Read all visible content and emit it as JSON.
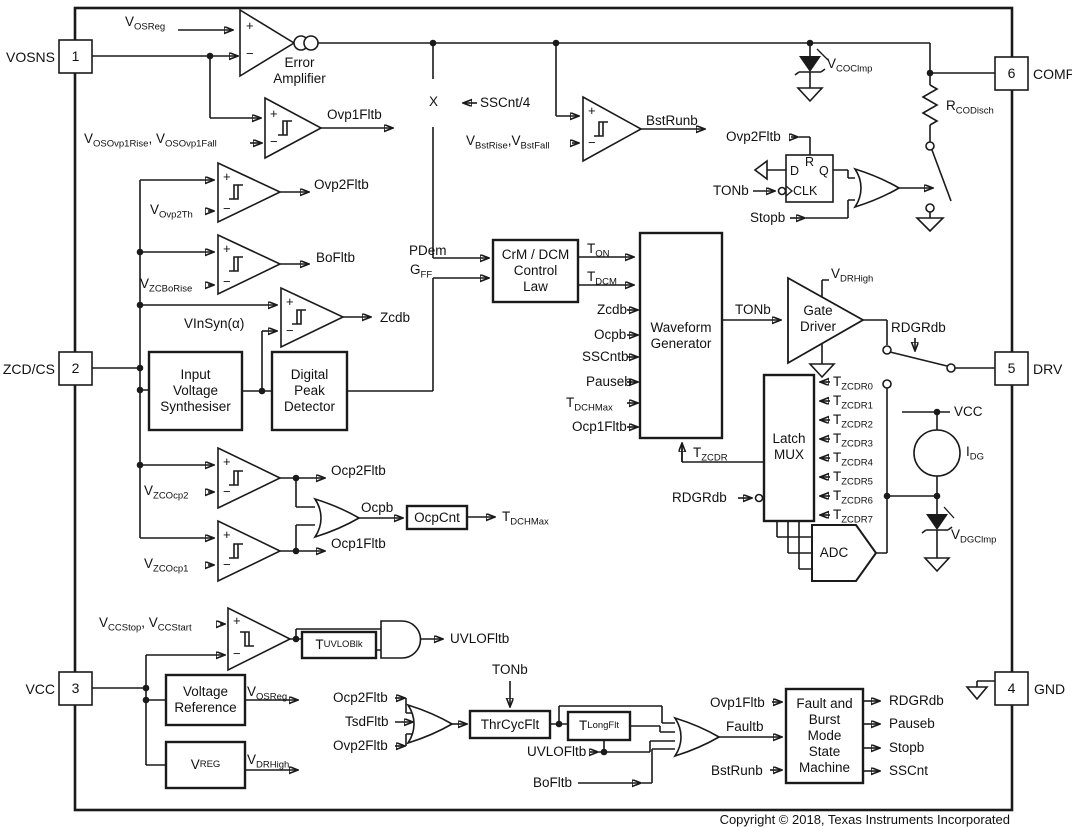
{
  "symbols": {
    "plus": "+",
    "minus": "−",
    "mult": "X"
  },
  "pins": {
    "vosns": {
      "num": "1",
      "name": "VOSNS"
    },
    "zcdcs": {
      "num": "2",
      "name": "ZCD/CS"
    },
    "vcc": {
      "num": "3",
      "name": "VCC"
    },
    "gnd": {
      "num": "4",
      "name": "GND"
    },
    "drv": {
      "num": "5",
      "name": "DRV"
    },
    "comp": {
      "num": "6",
      "name": "COMP"
    }
  },
  "blocks": {
    "error_amp": "Error\nAmplifier",
    "crm_dcm": "CrM / DCM\nControl\nLaw",
    "waveform_gen": "Waveform\nGenerator",
    "gate_driver": "Gate\nDriver",
    "latch_mux": "Latch\nMUX",
    "adc": "ADC",
    "ivs": "Input\nVoltage\nSynthesiser",
    "dpd": "Digital\nPeak\nDetector",
    "ocpcnt": "OcpCnt",
    "thrcycflt": "ThrCycFlt",
    "tlongflt": "T_{LongFlt}",
    "tuvloblk": "T_{UVLOBlk}",
    "vref": "Voltage\nReference",
    "vreg": "V_{REG}",
    "state_machine": "Fault and\nBurst\nMode\nState\nMachine",
    "dff": {
      "d": "D",
      "r": "R",
      "q": "Q",
      "clk": "CLK"
    }
  },
  "signals": {
    "v_osreg": "V_{OSReg}",
    "v_osovp1": "V_{OSOvp1Rise}, V_{OSOvp1Fall}",
    "ovp1fltb": "Ovp1Fltb",
    "sscnt4": "SSCnt/4",
    "v_bst": "V_{BstRise},V_{BstFall}",
    "bstrunb": "BstRunb",
    "v_coclmp": "V_{COClmp}",
    "r_codisch": "R_{CODisch}",
    "ovp2fltb_ff": "Ovp2Fltb",
    "tonb_ff": "TONb",
    "stopb_ff": "Stopb",
    "v_ovp2th": "V_{Ovp2Th}",
    "ovp2fltb": "Ovp2Fltb",
    "v_zcborise": "V_{ZCBoRise}",
    "bofltb": "BoFltb",
    "vinsyn": "VInSyn(α)",
    "zcdb": "Zcdb",
    "pdem": "PDem",
    "gff": "G_{FF}",
    "ton": "T_{ON}",
    "tdcm": "T_{DCM}",
    "wg_zcdb": "Zcdb",
    "wg_ocpb": "Ocpb",
    "wg_sscntb": "SSCntb",
    "wg_pauseb": "Pauseb",
    "wg_tdchmax": "T_{DCHMax}",
    "wg_ocp1fltb": "Ocp1Fltb",
    "t_zcdr": "T_{ZCDR}",
    "tonb_wg": "TONb",
    "v_drhigh_gd": "V_{DRHigh}",
    "rdgrdb_sw": "RDGRdb",
    "tzcdr": [
      "T_{ZCDR0}",
      "T_{ZCDR1}",
      "T_{ZCDR2}",
      "T_{ZCDR3}",
      "T_{ZCDR4}",
      "T_{ZCDR5}",
      "T_{ZCDR6}",
      "T_{ZCDR7}"
    ],
    "rdgrdb_lm": "RDGRdb",
    "vcc_idg": "VCC",
    "idg": "I_{DG}",
    "v_dgclmp": "V_{DGClmp}",
    "v_zcocp2": "V_{ZCOcp2}",
    "ocp2fltb_out": "Ocp2Fltb",
    "v_zcocp1": "V_{ZCOcp1}",
    "ocp1fltb_out": "Ocp1Fltb",
    "ocpb": "Ocpb",
    "t_dchmax": "T_{DCHMax}",
    "v_ccstop": "V_{CCStop}, V_{CCStart}",
    "uvlofltb_out": "UVLOFltb",
    "v_osreg_out": "V_{OSReg}",
    "v_drhigh_out": "V_{DRHigh}",
    "or1_ocp2fltb": "Ocp2Fltb",
    "or1_tsdfltb": "TsdFltb",
    "or1_ovp2fltb": "Ovp2Fltb",
    "tonb_thr": "TONb",
    "uvlofltb_in": "UVLOFltb",
    "bofltb_in": "BoFltb",
    "faultb": "Faultb",
    "sm_ovp1fltb": "Ovp1Fltb",
    "sm_bstrunb": "BstRunb",
    "sm_rdgrdb": "RDGRdb",
    "sm_pauseb": "Pauseb",
    "sm_stopb": "Stopb",
    "sm_sscnt": "SSCnt"
  },
  "footer": {
    "copyright": "Copyright © 2018, Texas Instruments Incorporated"
  }
}
